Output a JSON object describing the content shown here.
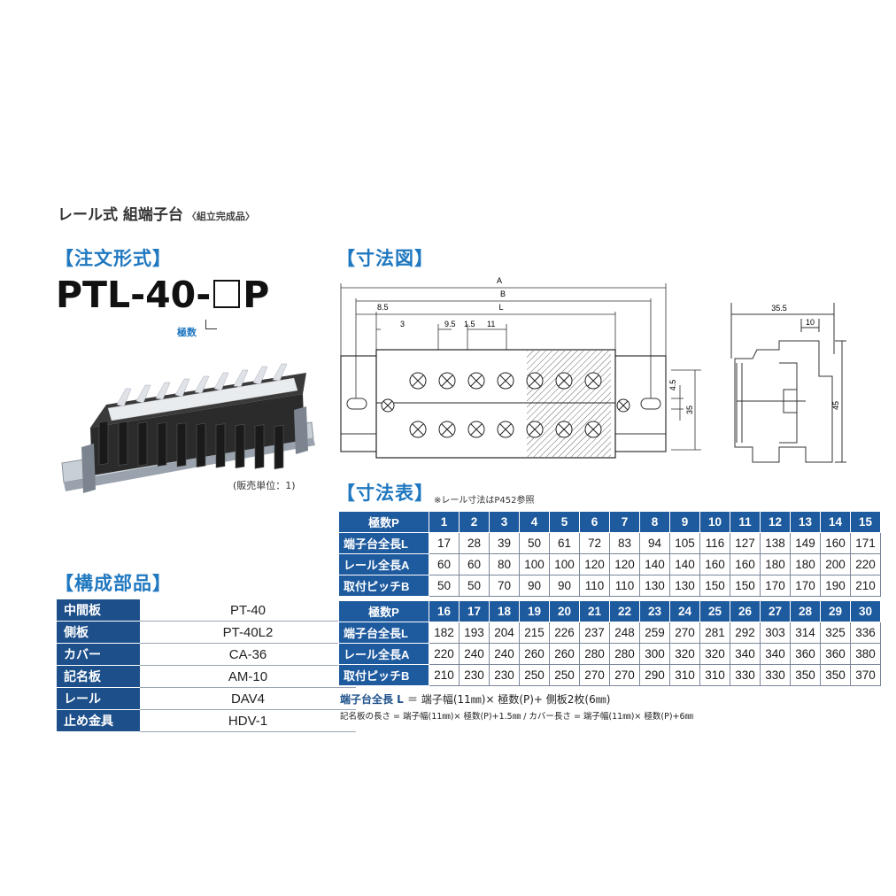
{
  "title": {
    "main": "レール式 組端子台",
    "sub": "〈組立完成品〉"
  },
  "sections": {
    "order": "【注文形式】",
    "dimension_drawing": "【寸法図】",
    "dimension_table": "【寸法表】",
    "parts": "【構成部品】"
  },
  "model": {
    "prefix": "PTL-40-",
    "suffix": "P",
    "poles_label": "極数"
  },
  "unit_note": "(販売単位：1)",
  "rail_note": "※レール寸法はP452参照",
  "drawing_labels": {
    "A": "A",
    "B": "B",
    "L": "L",
    "d8_5": "8.5",
    "d3": "3",
    "d9_5": "9.5",
    "d1_5": "1.5",
    "d11": "11",
    "d4_5": "4.5",
    "d35": "35",
    "d35_5": "35.5",
    "d10": "10",
    "d45": "45"
  },
  "parts": [
    {
      "name": "中間板",
      "value": "PT-40"
    },
    {
      "name": "側板",
      "value": "PT-40L2"
    },
    {
      "name": "カバー",
      "value": "CA-36"
    },
    {
      "name": "記名板",
      "value": "AM-10"
    },
    {
      "name": "レール",
      "value": "DAV4"
    },
    {
      "name": "止め金具",
      "value": "HDV-1"
    }
  ],
  "dim_table_1": {
    "head": "極数P",
    "poles": [
      "1",
      "2",
      "3",
      "4",
      "5",
      "6",
      "7",
      "8",
      "9",
      "10",
      "11",
      "12",
      "13",
      "14",
      "15"
    ],
    "rows": [
      {
        "label": "端子台全長L",
        "values": [
          "17",
          "28",
          "39",
          "50",
          "61",
          "72",
          "83",
          "94",
          "105",
          "116",
          "127",
          "138",
          "149",
          "160",
          "171"
        ]
      },
      {
        "label": "レール全長A",
        "values": [
          "60",
          "60",
          "80",
          "100",
          "100",
          "120",
          "120",
          "140",
          "140",
          "160",
          "160",
          "180",
          "180",
          "200",
          "220"
        ]
      },
      {
        "label": "取付ピッチB",
        "values": [
          "50",
          "50",
          "70",
          "90",
          "90",
          "110",
          "110",
          "130",
          "130",
          "150",
          "150",
          "170",
          "170",
          "190",
          "210"
        ]
      }
    ]
  },
  "dim_table_2": {
    "head": "極数P",
    "poles": [
      "16",
      "17",
      "18",
      "19",
      "20",
      "21",
      "22",
      "23",
      "24",
      "25",
      "26",
      "27",
      "28",
      "29",
      "30"
    ],
    "rows": [
      {
        "label": "端子台全長L",
        "values": [
          "182",
          "193",
          "204",
          "215",
          "226",
          "237",
          "248",
          "259",
          "270",
          "281",
          "292",
          "303",
          "314",
          "325",
          "336"
        ]
      },
      {
        "label": "レール全長A",
        "values": [
          "220",
          "240",
          "240",
          "260",
          "260",
          "280",
          "280",
          "300",
          "320",
          "320",
          "340",
          "340",
          "360",
          "360",
          "380"
        ]
      },
      {
        "label": "取付ピッチB",
        "values": [
          "210",
          "230",
          "230",
          "250",
          "250",
          "270",
          "270",
          "290",
          "310",
          "310",
          "330",
          "330",
          "350",
          "350",
          "370"
        ]
      }
    ]
  },
  "formula": {
    "label": "端子台全長 L",
    "expr": "＝ 端子幅(11㎜)× 極数(P)+ 側板2枚(6㎜)",
    "note": "記名板の長さ = 端子幅(11㎜)× 極数(P)+1.5㎜ / カバー長さ = 端子幅(11㎜)× 極数(P)+6㎜"
  },
  "colors": {
    "section_blue": "#2078c0",
    "table_header": "#1e5a9e",
    "parts_header": "#1d4f8a"
  }
}
